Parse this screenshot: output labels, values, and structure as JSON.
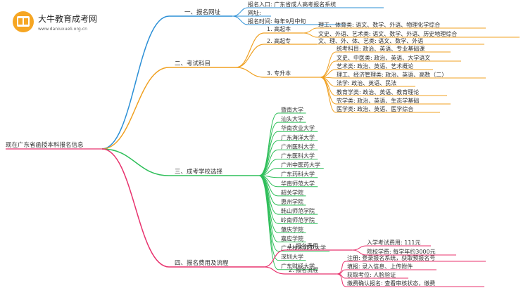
{
  "watermark": {
    "name": "大牛教育成考网",
    "url": "www.daniuxueli.org.cn"
  },
  "root": "现在广东省函授本科报名信息",
  "branches": {
    "b1": {
      "label": "一、报名网址",
      "items": [
        "报名入口: 广东省成人高考报名系统",
        "网址:",
        "报名时间: 每年9月中旬"
      ]
    },
    "b2": {
      "label": "二、考试科目",
      "sub1": {
        "label": "1. 高起本",
        "items": [
          "理工、体育类: 语文、数学、外语、物理化学综合",
          "文史、外语、艺术类: 语文、数学、外语、历史地理综合"
        ]
      },
      "sub2": {
        "label": "2. 高起专",
        "items": [
          "文、理、外、体、艺类: 语文、数学、外语"
        ]
      },
      "sub3": {
        "label": "3. 专升本",
        "items": [
          "统考科目: 政治、英语、专业基础课",
          "文史、中医类: 政治、英语、大学语文",
          "艺术类: 政治、英语、艺术概论",
          "理工、经济管理类: 政治、英语、高数（二）",
          "法学: 政治、英语、民法",
          "教育学类: 政治、英语、教育理论",
          "农学类: 政治、英语、生态学基础",
          "医学类: 政治、英语、医学综合"
        ]
      }
    },
    "b3": {
      "label": "三、成考学校选择",
      "schools": [
        "暨南大学",
        "汕头大学",
        "华南农业大学",
        "广东海洋大学",
        "广州医科大学",
        "广东医科大学",
        "广州中医药大学",
        "广东药科大学",
        "华南师范大学",
        "韶关学院",
        "惠州学院",
        "韩山师范学院",
        "岭南师范学院",
        "肇庆学院",
        "嘉应学院",
        "广东技术师范大学",
        "深圳大学",
        "广东财经大学"
      ]
    },
    "b4": {
      "label": "四、报名费用及流程",
      "sub1": {
        "label": "1. 报名费用",
        "items": [
          "入学考试费用: 111元",
          "院校学费: 每学年约3000元"
        ]
      },
      "sub2": {
        "label": "2. 报名流程",
        "items": [
          "注册: 登录报名系统，获取预报名号",
          "填报: 录入信息、上传附件",
          "获取考位: 人脸验证",
          "缴费确认报名: 查看审核状态，缴费"
        ]
      }
    }
  },
  "colors": {
    "blue": "#2b8fd6",
    "orange": "#f0a020",
    "green": "#2fbf5a",
    "pink": "#e8336e",
    "root_line": "#e8336e"
  },
  "icons": {
    "logo": "book-icon"
  }
}
